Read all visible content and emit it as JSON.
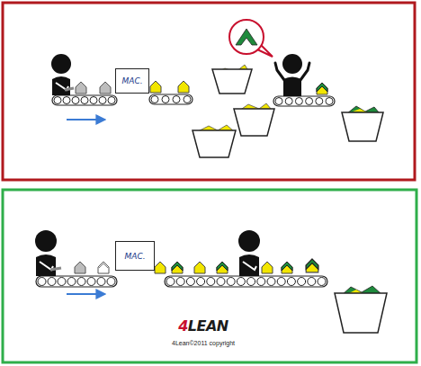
{
  "diagram": {
    "nodes": [
      {
        "text": [
          "MAC."
        ]
      },
      {
        "text": [
          "MAC."
        ]
      }
    ],
    "labels": [
      "4LEAN",
      "4Lean©2011 copyright"
    ]
  }
}
